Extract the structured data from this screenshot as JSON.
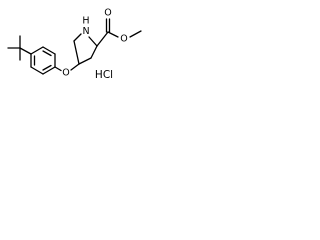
{
  "molecule": {
    "atoms": {
      "ring_nitrogen": "N",
      "ring_nh_hydrogen": "H",
      "carbonyl_oxygen": "O",
      "ester_oxygen": "O",
      "ether_oxygen": "O"
    },
    "salt": "HCl"
  },
  "colors": {
    "bond": "#000000",
    "text": "#000000",
    "background": "#ffffff"
  }
}
